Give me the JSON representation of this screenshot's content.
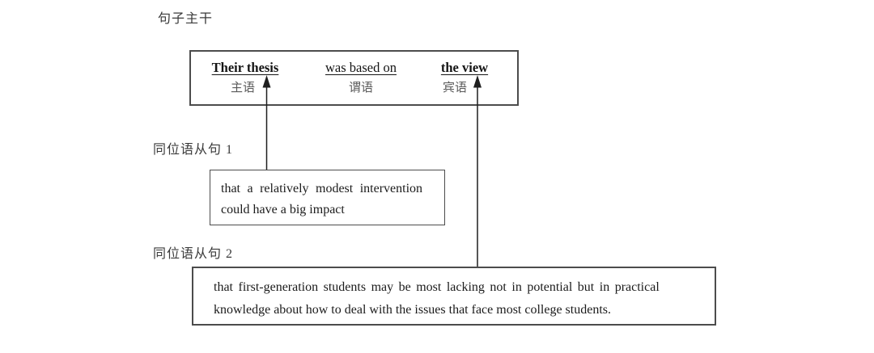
{
  "colors": {
    "background": "#ffffff",
    "text": "#1b1b1b",
    "role_text": "#5a5a5a",
    "box_border": "#4c4c4c",
    "arrow_line": "#1f1f1f"
  },
  "diagram": {
    "trunk_label": "句子主干",
    "main_box": {
      "parts": [
        {
          "text": "Their thesis",
          "role": "主语"
        },
        {
          "text": "was based on",
          "role": "谓语"
        },
        {
          "text": "the view",
          "role": "宾语"
        }
      ]
    },
    "clause1": {
      "label": "同位语从句 1",
      "lines": [
        "that a relatively modest intervention",
        "could have a big impact"
      ]
    },
    "clause2": {
      "label": "同位语从句 2",
      "lines": [
        "that first-generation students may be most lacking not in potential but in practical",
        "knowledge about how to deal with the issues that face most college students."
      ]
    }
  }
}
